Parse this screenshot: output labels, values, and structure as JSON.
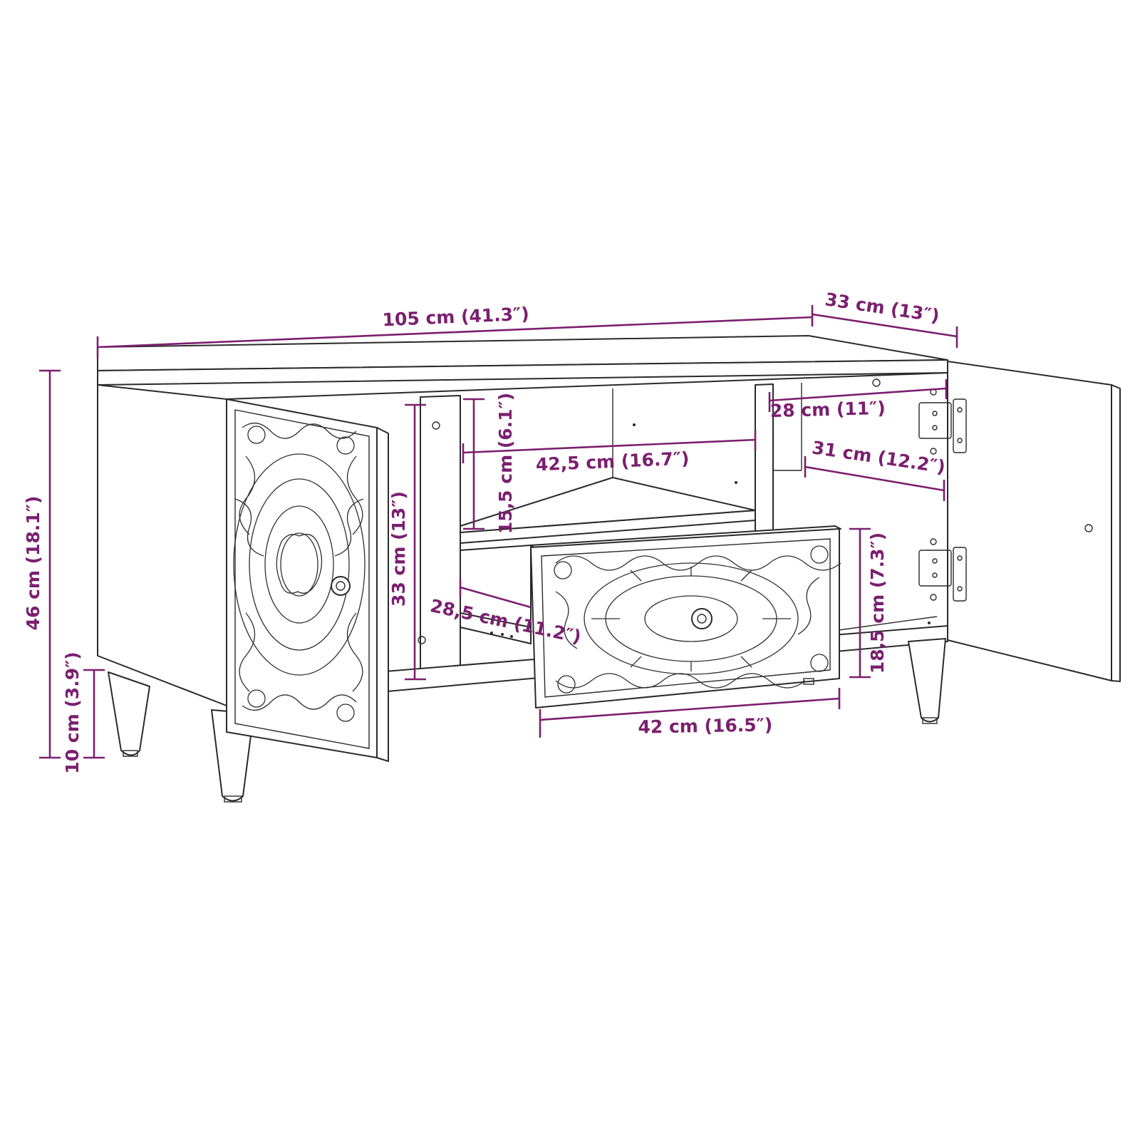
{
  "diagram": {
    "colors": {
      "dimension_color": "#7b1f6f",
      "outline_color": "#2a2a2a",
      "background": "#ffffff"
    },
    "dimensions": {
      "overall_width": "105 cm (41.3″)",
      "overall_depth": "33 cm (13″)",
      "overall_height": "46 cm (18.1″)",
      "leg_height": "10 cm (3.9″)",
      "compartment_height": "33 cm (13″)",
      "shelf_height": "15,5 cm (6.1″)",
      "shelf_width": "42,5 cm (16.7″)",
      "drawer_depth": "28,5 cm (11.2″)",
      "drawer_width": "42 cm (16.5″)",
      "drawer_height": "18,5 cm (7.3″)",
      "right_compartment_width": "28 cm (11″)",
      "right_compartment_depth": "31 cm (12.2″)"
    }
  }
}
